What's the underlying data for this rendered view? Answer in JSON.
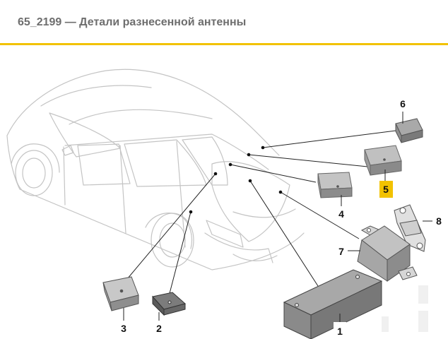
{
  "header": {
    "title": "65_2199 — Детали разнесенной антенны"
  },
  "diagram": {
    "callouts": [
      "1",
      "2",
      "3",
      "4",
      "5",
      "6",
      "7",
      "8"
    ],
    "highlighted_callout": "5",
    "highlight_color": "#f2c200",
    "accent_color": "#f2c200"
  }
}
